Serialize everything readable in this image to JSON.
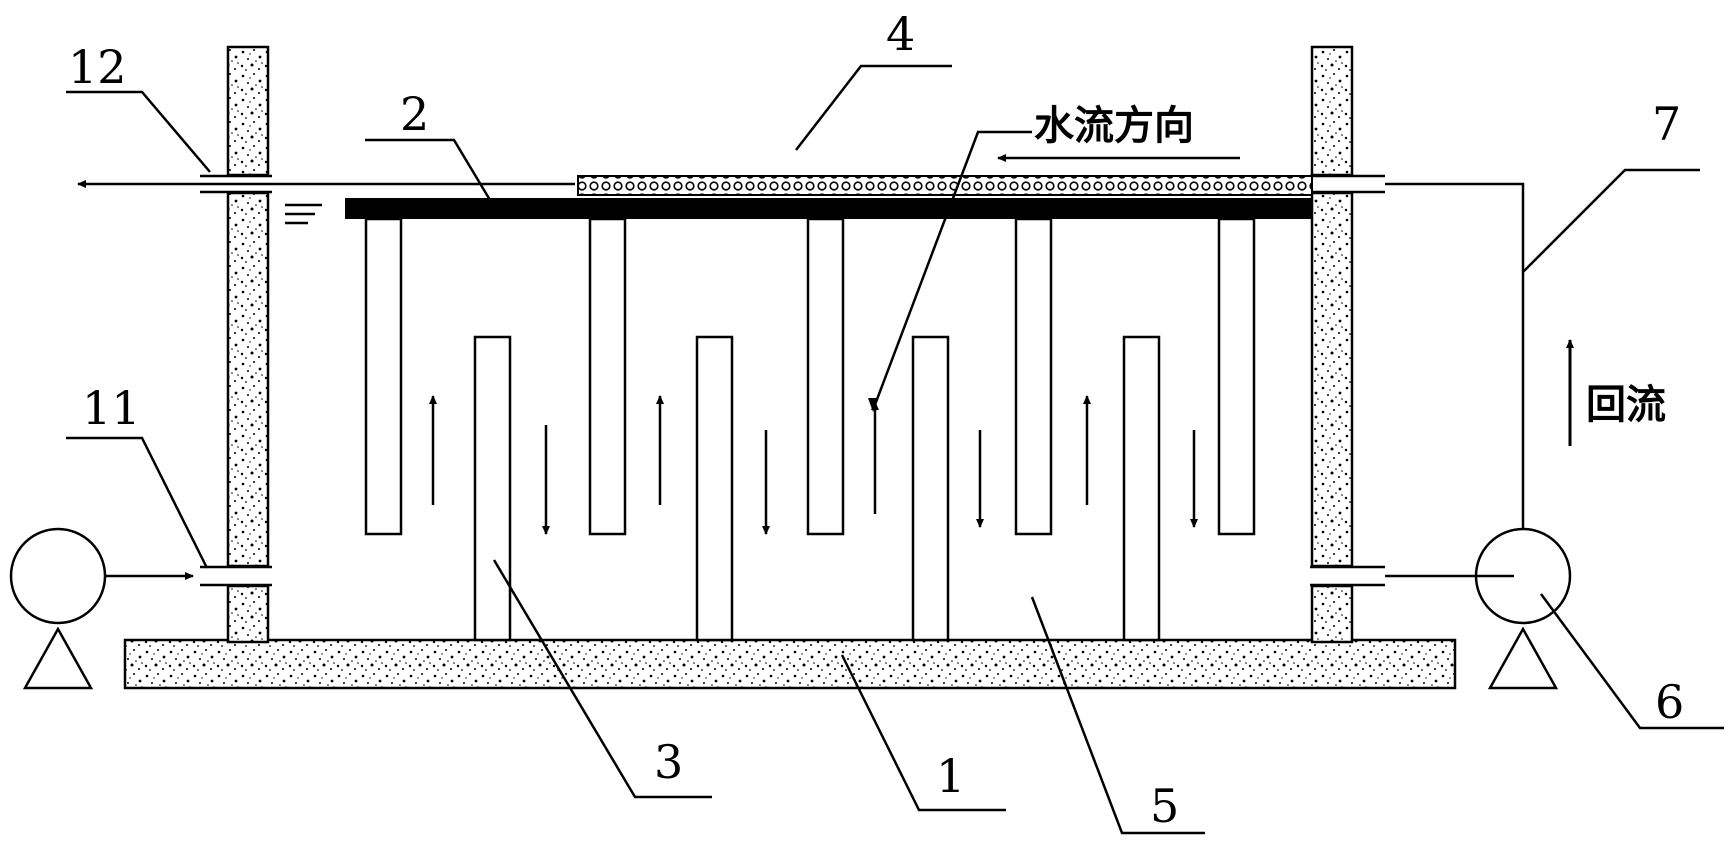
{
  "labels": {
    "l1": "1",
    "l2": "2",
    "l3": "3",
    "l4": "4",
    "l5": "5",
    "l6": "6",
    "l7": "7",
    "l11": "11",
    "l12": "12"
  },
  "annotations": {
    "flow_direction": "水流方向",
    "reflux": "回流"
  }
}
